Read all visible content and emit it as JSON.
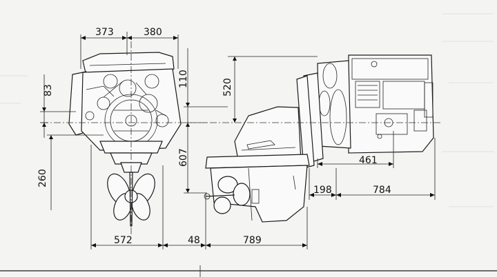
{
  "dimensions": {
    "front_width_left": "373",
    "front_width_right": "380",
    "front_height_83": "83",
    "front_height_260": "260",
    "front_base_width": "572",
    "side_offset_48": "48",
    "side_leg_length": "789",
    "side_height_520": "520",
    "side_offset_110": "110",
    "side_depth_607": "607",
    "side_engine_461": "461",
    "side_offset_198": "198",
    "side_length_784": "784"
  },
  "colors": {
    "line": "#1a1a1a",
    "background": "#f4f4f2"
  }
}
